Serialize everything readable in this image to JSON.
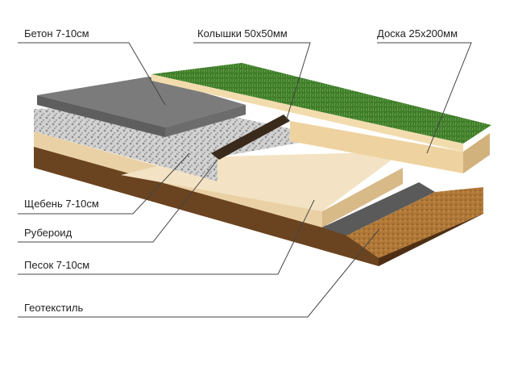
{
  "labels": {
    "concrete": "Бетон 7-10см",
    "stakes": "Колышки 50х50мм",
    "board": "Доска 25х200мм",
    "gravel": "Щебень 7-10см",
    "roofing": "Рубероид",
    "sand": "Песок 7-10см",
    "geotextile": "Геотекстиль"
  },
  "colors": {
    "grass": "#3f7d2a",
    "concrete": "#7b7b7b",
    "gravel": "#cfcfcf",
    "sand": "#f0dcb4",
    "board": "#eed3a0",
    "roofing": "#5a5a5a",
    "soil": "#6a4320",
    "geotextile": "#6b6b6b"
  }
}
